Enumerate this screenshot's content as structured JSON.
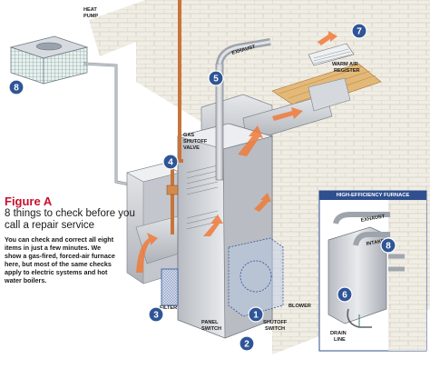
{
  "caption": {
    "title": "Figure A",
    "subtitle": "8 things to check before you call a repair service",
    "body": "You can check and correct all eight items in just a few minutes. We show a gas-fired, forced-air furnace here, but most of the same checks apply to electric systems and hot water boilers."
  },
  "labels": {
    "heat_pump": [
      "HEAT",
      "PUMP"
    ],
    "exhaust": "EXHAUST",
    "warm_air_register": [
      "WARM AIR",
      "REGISTER"
    ],
    "gas_shutoff_valve": [
      "GAS",
      "SHUTOFF",
      "VALVE"
    ],
    "filter": "FILTER",
    "panel_switch": [
      "PANEL",
      "SWITCH"
    ],
    "blower": "BLOWER",
    "shutoff_switch": [
      "SHUTOFF",
      "SWITCH"
    ]
  },
  "inset": {
    "title": "HIGH-EFFICIENCY FURNACE",
    "exhaust": "EXHAUST",
    "intake": "INTAKE",
    "drain_line": [
      "DRAIN",
      "LINE"
    ]
  },
  "markers": [
    "1",
    "2",
    "3",
    "4",
    "5",
    "6",
    "7",
    "8"
  ],
  "colors": {
    "marker": "#2f5597",
    "caption_title": "#c8102e",
    "airflow": "#f07a3a",
    "duct": "#c9ccd1",
    "copper": "#c8743a"
  }
}
